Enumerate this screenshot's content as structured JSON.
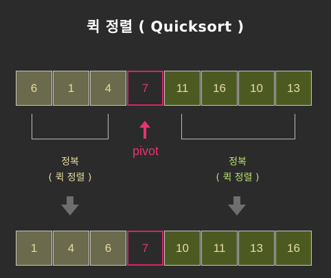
{
  "title": "퀵 정렬  ( Quicksort )",
  "top_row": [
    {
      "value": "6",
      "group": "left"
    },
    {
      "value": "1",
      "group": "left"
    },
    {
      "value": "4",
      "group": "left"
    },
    {
      "value": "7",
      "group": "pivot"
    },
    {
      "value": "11",
      "group": "right"
    },
    {
      "value": "16",
      "group": "right"
    },
    {
      "value": "10",
      "group": "right"
    },
    {
      "value": "13",
      "group": "right"
    }
  ],
  "bottom_row": [
    {
      "value": "1",
      "group": "left"
    },
    {
      "value": "4",
      "group": "left"
    },
    {
      "value": "6",
      "group": "left"
    },
    {
      "value": "7",
      "group": "pivot"
    },
    {
      "value": "10",
      "group": "right"
    },
    {
      "value": "11",
      "group": "right"
    },
    {
      "value": "13",
      "group": "right"
    },
    {
      "value": "16",
      "group": "right"
    }
  ],
  "pivot_label": "pivot",
  "left_conquer": {
    "line1": "정복",
    "line2": "( 퀵 정렬 )"
  },
  "right_conquer": {
    "line1": "정복",
    "line2": "( 퀵 정렬 )"
  },
  "colors": {
    "background": "#2b2b2b",
    "left_cell": "#6b6a4c",
    "right_cell": "#4c5a22",
    "pivot": "#d6266a",
    "arrow_gray": "#6e6e6e"
  },
  "icons": {
    "pivot_arrow": "up-arrow-icon",
    "down_arrow": "down-arrow-icon"
  }
}
